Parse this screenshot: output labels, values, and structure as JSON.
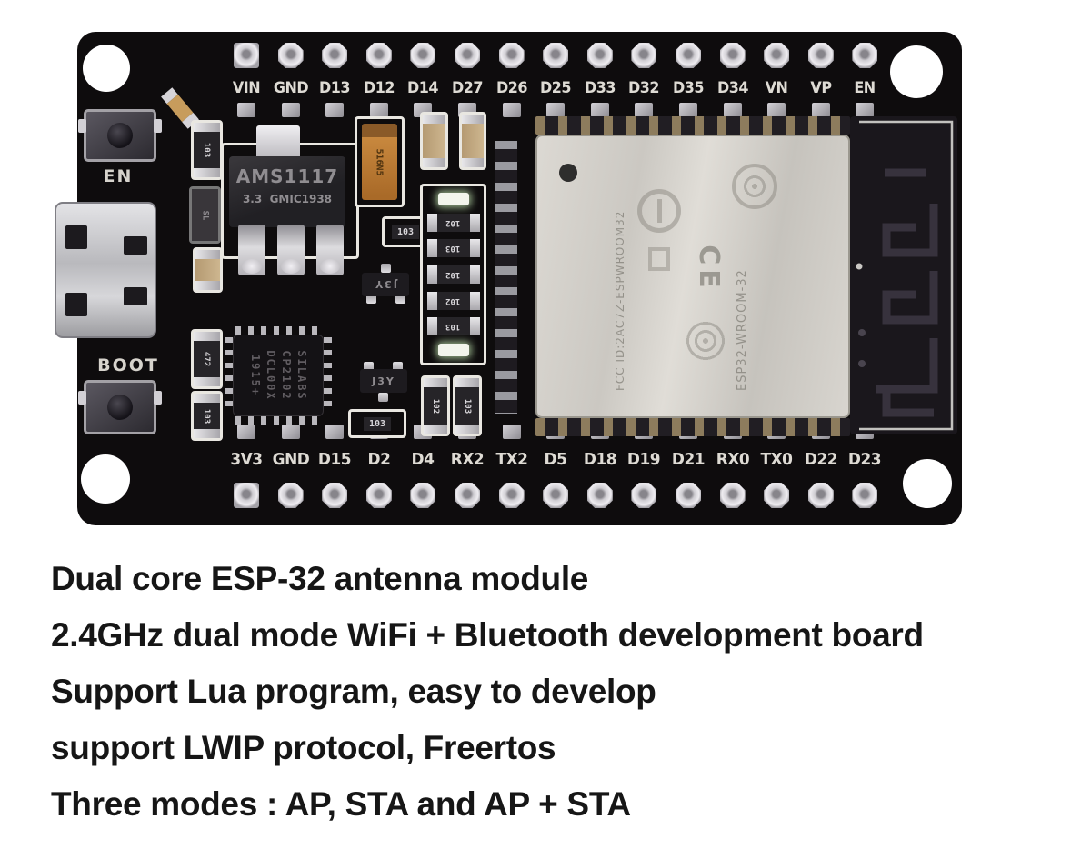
{
  "image_type": "product-photo",
  "board": {
    "top_pin_labels": [
      "VIN",
      "GND",
      "D13",
      "D12",
      "D14",
      "D27",
      "D26",
      "D25",
      "D33",
      "D32",
      "D35",
      "D34",
      "VN",
      "VP",
      "EN"
    ],
    "bottom_pin_labels": [
      "3V3",
      "GND",
      "D15",
      "D2",
      "D4",
      "RX2",
      "TX2",
      "D5",
      "D18",
      "D19",
      "D21",
      "RX0",
      "TX0",
      "D22",
      "D23"
    ],
    "en_button_label": "EN",
    "boot_button_label": "BOOT",
    "regulator": {
      "line1": "AMS1117",
      "line2": "3.3  GMIC1938"
    },
    "usb_bridge_lines": [
      "SILABS",
      "CP2102",
      "DCL00X",
      "1915+"
    ],
    "transistor_marking": "J3Y",
    "module": {
      "fcc_text": "FCC ID:2AC7Z-ESPWROOM32",
      "model_text": "ESP32-WROOM-32",
      "ce_text": "CE"
    },
    "markings": {
      "left_column": [
        "103",
        "SL",
        "472",
        "103"
      ],
      "mid_column": [
        "102",
        "103",
        "102",
        "102",
        "103"
      ],
      "near_regulator": "103",
      "below_usb_bridge": "103",
      "vertical_pair": [
        "102",
        "103"
      ],
      "orange_capacitor": "516N5"
    }
  },
  "caption_lines": [
    "Dual core ESP-32 antenna module",
    "2.4GHz dual mode WiFi + Bluetooth development board",
    "Support Lua program, easy to develop",
    "support LWIP protocol, Freertos",
    "Three modes : AP, STA and AP + STA"
  ],
  "colors": {
    "background": "#ffffff",
    "board": "#0e0c0d",
    "silkscreen": "#e9e7e1",
    "shield": "#d6d3cd",
    "antenna": "#1a171c",
    "capacitor_orange": "#c8883e",
    "caption_text": "#161616"
  }
}
